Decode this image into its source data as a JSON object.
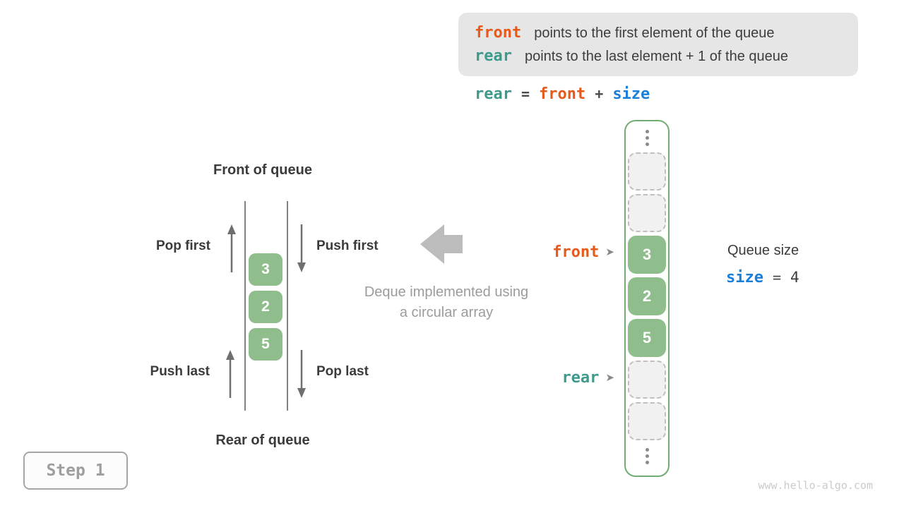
{
  "colors": {
    "front": "#E65A1C",
    "rear": "#3E9B8C",
    "size": "#1B7FD9",
    "cell_green": "#8FBE8C",
    "array_border": "#72AC72",
    "info_bg": "#E6E6E6"
  },
  "info_box": {
    "lines": [
      {
        "keyword": "front",
        "text": "points to the first element of the queue"
      },
      {
        "keyword": "rear",
        "text": "points to the last element + 1 of the queue"
      }
    ]
  },
  "formula": {
    "rear": "rear",
    "eq": "=",
    "front": "front",
    "plus": "+",
    "size": "size"
  },
  "left_queue": {
    "front_of_queue": "Front of queue",
    "rear_of_queue": "Rear of queue",
    "pop_first": "Pop first",
    "push_first": "Push first",
    "push_last": "Push last",
    "pop_last": "Pop last",
    "values": [
      "3",
      "2",
      "5"
    ]
  },
  "center": {
    "caption_line1": "Deque implemented using",
    "caption_line2": "a circular array"
  },
  "array": {
    "front_label": "front",
    "rear_label": "rear",
    "pointer_glyph": "➤",
    "cells": [
      {
        "type": "empty"
      },
      {
        "type": "empty"
      },
      {
        "type": "filled",
        "value": "3"
      },
      {
        "type": "filled",
        "value": "2"
      },
      {
        "type": "filled",
        "value": "5"
      },
      {
        "type": "empty"
      },
      {
        "type": "empty"
      }
    ]
  },
  "queue_size": {
    "title": "Queue size",
    "keyword": "size",
    "eq": "=",
    "value": "4"
  },
  "step_badge": {
    "label": "Step 1"
  },
  "watermark": "www.hello-algo.com"
}
